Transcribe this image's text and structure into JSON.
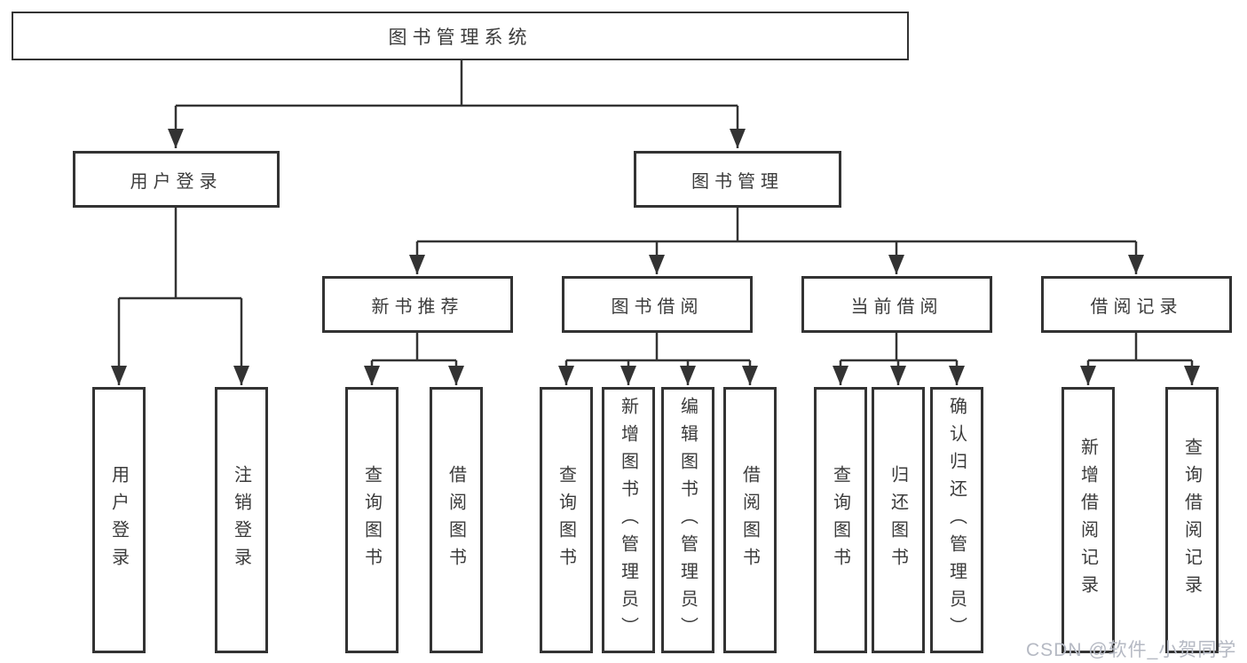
{
  "diagram": {
    "background": "#ffffff",
    "line_color": "#333333",
    "text_color": "#3b3b3b",
    "type": "tree-diagram"
  },
  "nodes": {
    "root": "图书管理系统",
    "user_login": "用户登录",
    "book_mgmt": "图书管理",
    "new_book_rec": "新书推荐",
    "book_borrow": "图书借阅",
    "current_borrow": "当前借阅",
    "borrow_records": "借阅记录",
    "leaves": {
      "user_login_leaf": "用户登录",
      "logout": "注销登录",
      "nb_query_book": "查询图书",
      "nb_borrow_book": "借阅图书",
      "bb_query_book": "查询图书",
      "bb_add_book": "新增图书（管理员）",
      "bb_edit_book": "编辑图书（管理员）",
      "bb_borrow_book": "借阅图书",
      "cb_query_book": "查询图书",
      "cb_return_book": "归还图书",
      "cb_confirm_return": "确认归还（管理员）",
      "br_add_record": "新增借阅记录",
      "br_query_record": "查询借阅记录"
    }
  },
  "watermark": {
    "text": "CSDN @软件_小贺同学",
    "color": "#b5b9c3"
  }
}
